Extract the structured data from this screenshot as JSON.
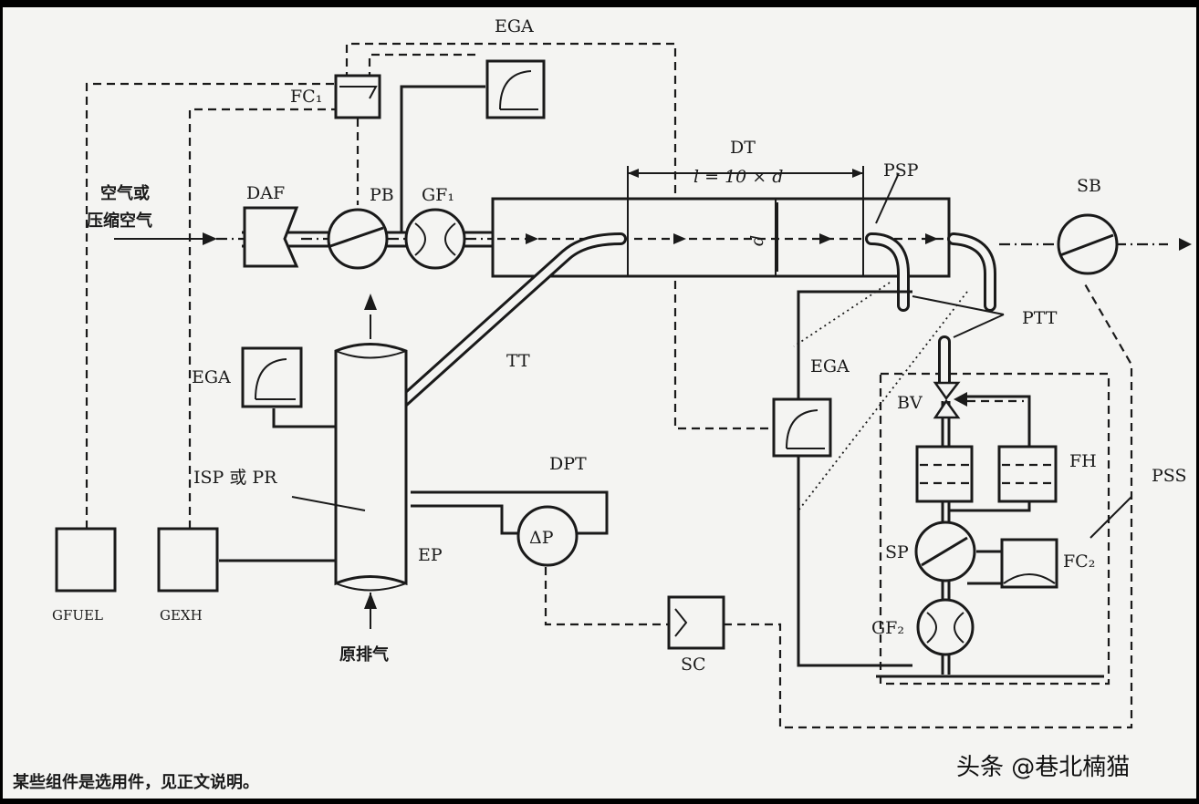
{
  "labels": {
    "ega_top": "EGA",
    "fc1": "FC₁",
    "air": "空气或",
    "compressed_air": "压缩空气",
    "daf": "DAF",
    "pb": "PB",
    "gf1": "GF₁",
    "dt": "DT",
    "dt_length": "l = 10 × d",
    "d": "d",
    "psp": "PSP",
    "sb": "SB",
    "ptt": "PTT",
    "tt": "TT",
    "ega_left": "EGA",
    "ega_right": "EGA",
    "bv": "BV",
    "fh": "FH",
    "pss": "PSS",
    "isp_pr": "ISP 或 PR",
    "dpt": "DPT",
    "delta_p": "ΔP",
    "ep": "EP",
    "sp": "SP",
    "fc2": "FC₂",
    "gf2": "GF₂",
    "gfuel": "GFUEL",
    "gexh": "GEXH",
    "raw_exhaust": "原排气",
    "sc": "SC"
  },
  "footnote": "某些组件是选用件，见正文说明。",
  "watermark": "头条 @巷北楠猫",
  "colors": {
    "paper": "#f4f4f2",
    "ink": "#1a1a1a",
    "frame": "#000000"
  }
}
